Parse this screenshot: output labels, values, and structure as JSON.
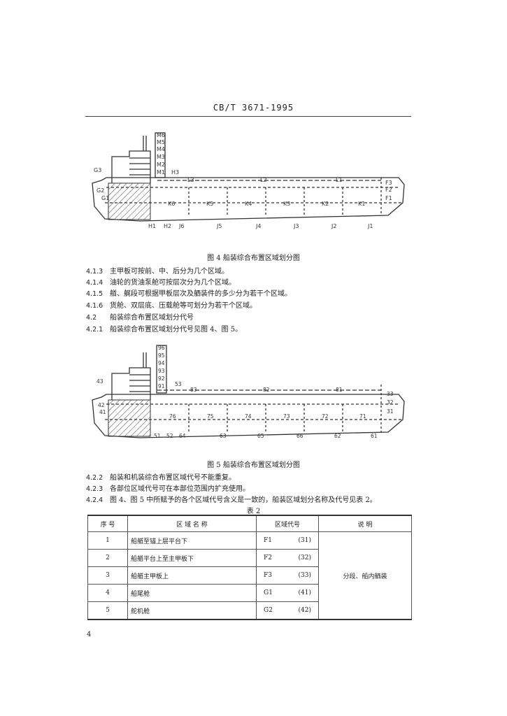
{
  "header": "CB/T 3671-1995",
  "figure4": {
    "caption": "图 4  船装综合布置区域划分图",
    "labels": {
      "m": [
        "M6",
        "M5",
        "M4",
        "M3",
        "M2",
        "M1"
      ],
      "g": [
        "G3",
        "G2",
        "G1"
      ],
      "h_top": "H3",
      "l": [
        "L3",
        "L2",
        "L1"
      ],
      "f": [
        "F3",
        "F2",
        "F1"
      ],
      "k": [
        "K6",
        "K5",
        "K4",
        "K3",
        "K2",
        "K1"
      ],
      "bottom": [
        "H1",
        "H2",
        "J6",
        "J5",
        "J4",
        "J3",
        "J2",
        "J1"
      ]
    }
  },
  "paragraphs_a": [
    {
      "num": "4.1.3",
      "text": "主甲板可按前、中、后分为几个区域。"
    },
    {
      "num": "4.1.4",
      "text": "油轮的货油泵舱可按层次分为几个区域。"
    },
    {
      "num": "4.1.5",
      "text": "艏、艉段可根据甲板层次及舾装件的多少分为若干个区域。"
    },
    {
      "num": "4.1.6",
      "text": "货舱、双层底、压载舱等可划分为若干个区域。"
    },
    {
      "num": "4.2",
      "text": "船装综合布置区域划分代号"
    },
    {
      "num": "4.2.1",
      "text": "船装综合布置区域划分代号见图 4、图 5。"
    }
  ],
  "figure5": {
    "caption": "图 5  船装综合布置区域划分图",
    "labels": {
      "m": [
        "96",
        "95",
        "94",
        "93",
        "92",
        "91"
      ],
      "g": [
        "43",
        "42",
        "41"
      ],
      "h_top": "53",
      "l": [
        "83",
        "82",
        "81"
      ],
      "f": [
        "33",
        "32",
        "31"
      ],
      "k": [
        "76",
        "75",
        "74",
        "73",
        "72",
        "71"
      ],
      "bottom": [
        "51",
        "52",
        "64",
        "63",
        "65",
        "66",
        "62",
        "61"
      ]
    }
  },
  "paragraphs_b": [
    {
      "num": "4.2.2",
      "text": "船装和机装综合布置区域代号不能重复。"
    },
    {
      "num": "4.2.3",
      "text": "各部位区域代号可在本部位范围内扩充使用。"
    },
    {
      "num": "4.2.4",
      "text": "图 4、图 5 中所赋予的各个区域代号含义是一致的，船装区域划分名称及代号见表 2。"
    }
  ],
  "table": {
    "caption": "表 2",
    "headers": {
      "no": "序  号",
      "name": "区    域    名    称",
      "code": "区域代号",
      "note": "说    明"
    },
    "rows": [
      {
        "no": "1",
        "name": "船艏至锚上层平台下",
        "code": "F1",
        "num": "(31)"
      },
      {
        "no": "2",
        "name": "船艏平台上至主甲板下",
        "code": "F2",
        "num": "(32)"
      },
      {
        "no": "3",
        "name": "船艏主甲板上",
        "code": "F3",
        "num": "(33)"
      },
      {
        "no": "4",
        "name": "船尾舱",
        "code": "G1",
        "num": "(41)"
      },
      {
        "no": "5",
        "name": "舵机舱",
        "code": "G2",
        "num": "(42)"
      }
    ],
    "note": "分段、船内舾装"
  },
  "page_number": "4"
}
